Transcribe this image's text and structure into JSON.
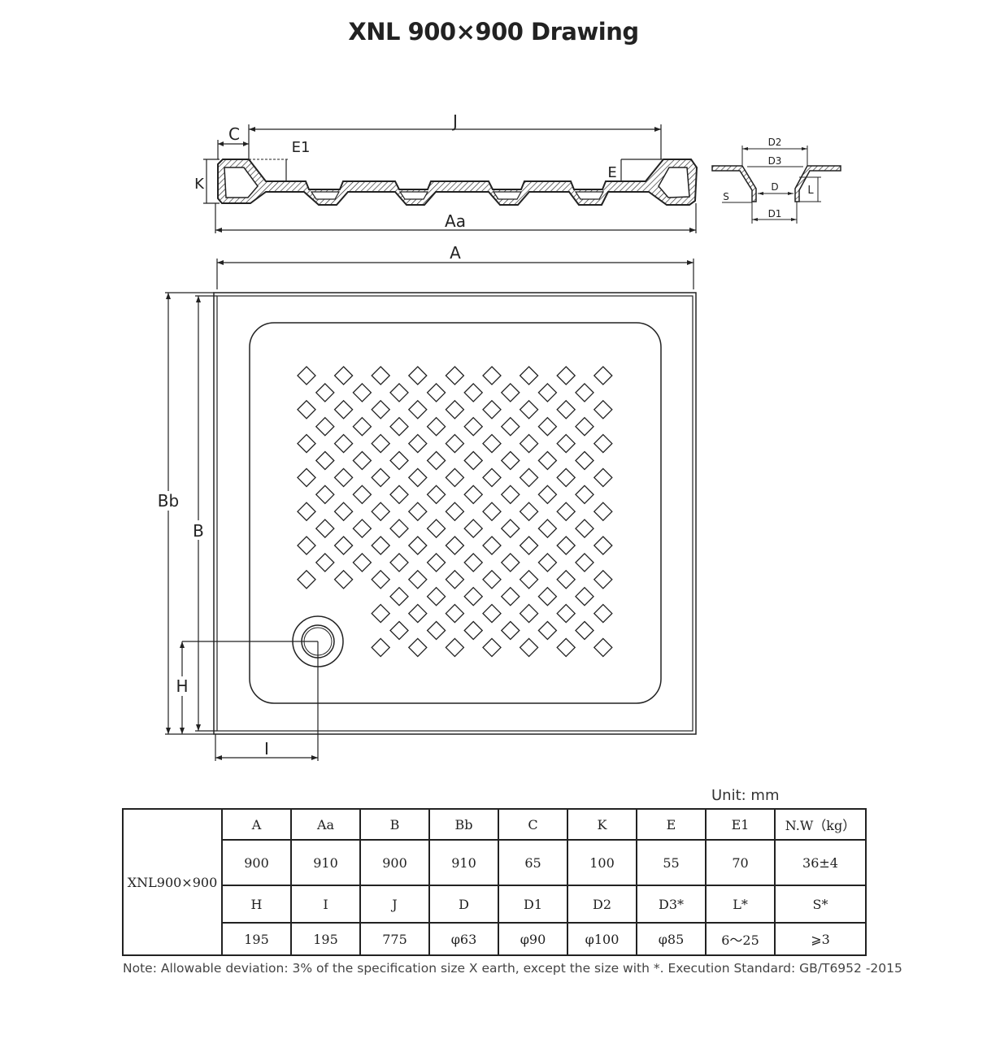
{
  "title": "XNL 900×900 Drawing",
  "labels": {
    "C": "C",
    "J": "J",
    "E1": "E1",
    "E": "E",
    "K": "K",
    "Aa": "Aa",
    "A": "A",
    "Bb": "Bb",
    "B": "B",
    "H": "H",
    "I": "I",
    "D2": "D2",
    "D3": "D3",
    "D": "D",
    "S": "S",
    "L": "L",
    "D1": "D1"
  },
  "unit": "Unit: mm",
  "table": {
    "model": "XNL900×900",
    "header1": [
      "A",
      "Aa",
      "B",
      "Bb",
      "C",
      "K",
      "E",
      "E1",
      "N.W（kg）"
    ],
    "values1": [
      "900",
      "910",
      "900",
      "910",
      "65",
      "100",
      "55",
      "70",
      "36±4"
    ],
    "header2": [
      "H",
      "I",
      "J",
      "D",
      "D1",
      "D2",
      "D3*",
      "L*",
      "S*"
    ],
    "values2": [
      "195",
      "195",
      "775",
      "φ63",
      "φ90",
      "φ100",
      "φ85",
      "6～25",
      "⩾3"
    ]
  },
  "note": "Note: Allowable deviation: 3% of the specification size X earth, except the size with *. Execution Standard: GB/T6952 -2015",
  "colors": {
    "line": "#222222",
    "background": "#ffffff"
  }
}
